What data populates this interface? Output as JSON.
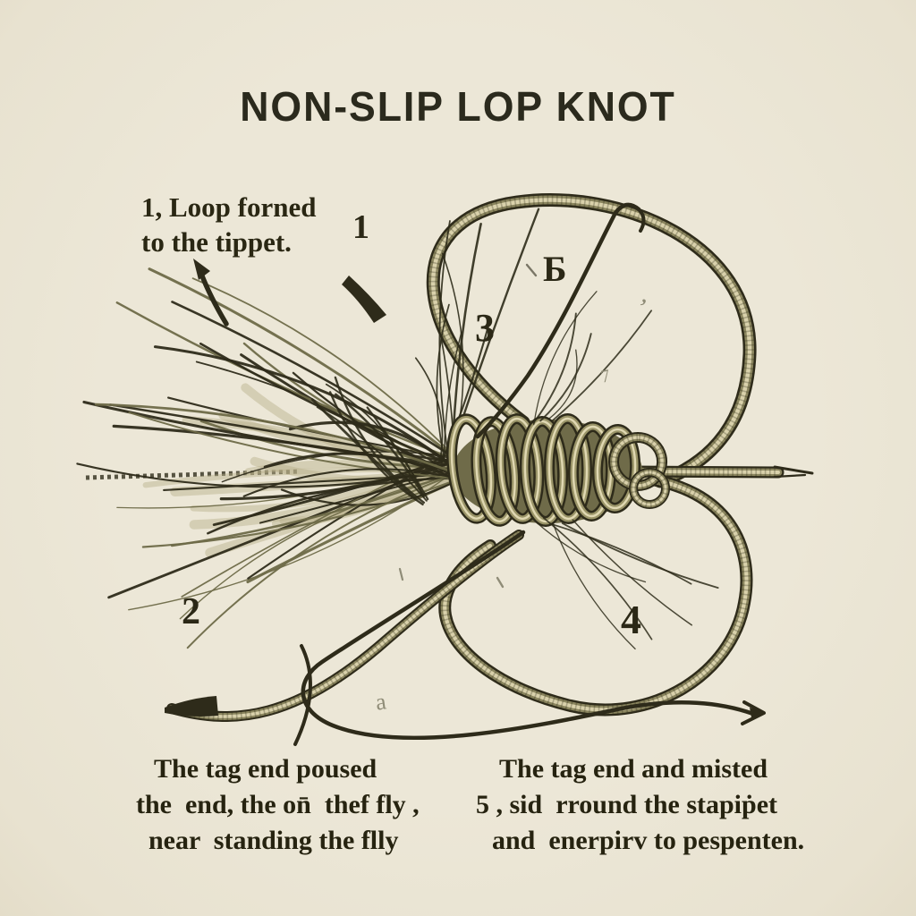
{
  "title": "NON-SLIP LOP KNOT",
  "loop_note": {
    "lines": [
      "1, Loop forned",
      "to the tippet."
    ]
  },
  "step_numbers": {
    "one": "1",
    "five": "Б",
    "three": "3",
    "two": "2",
    "four": "4"
  },
  "stray_marks": {
    "a": "a",
    "seven": "7",
    "tick": "’"
  },
  "captions": {
    "left": {
      "lines": [
        "The tag end poused",
        "the  end, the on̄  thef fly ,",
        "near  standing the flly"
      ]
    },
    "right": {
      "lines": [
        "The tag end and misted",
        "5 , sid  rround the stapiṗet",
        "and  enerpirv to pespenten."
      ]
    }
  },
  "colors": {
    "background": "#ece7d7",
    "ink": "#2e2b1a",
    "rope_mid": "#8a855e",
    "rope_light": "#d9d1ab",
    "rope_core": "#6f6b49",
    "feather_tan": "#b9b089",
    "faint_gray": "#8f8c77"
  }
}
